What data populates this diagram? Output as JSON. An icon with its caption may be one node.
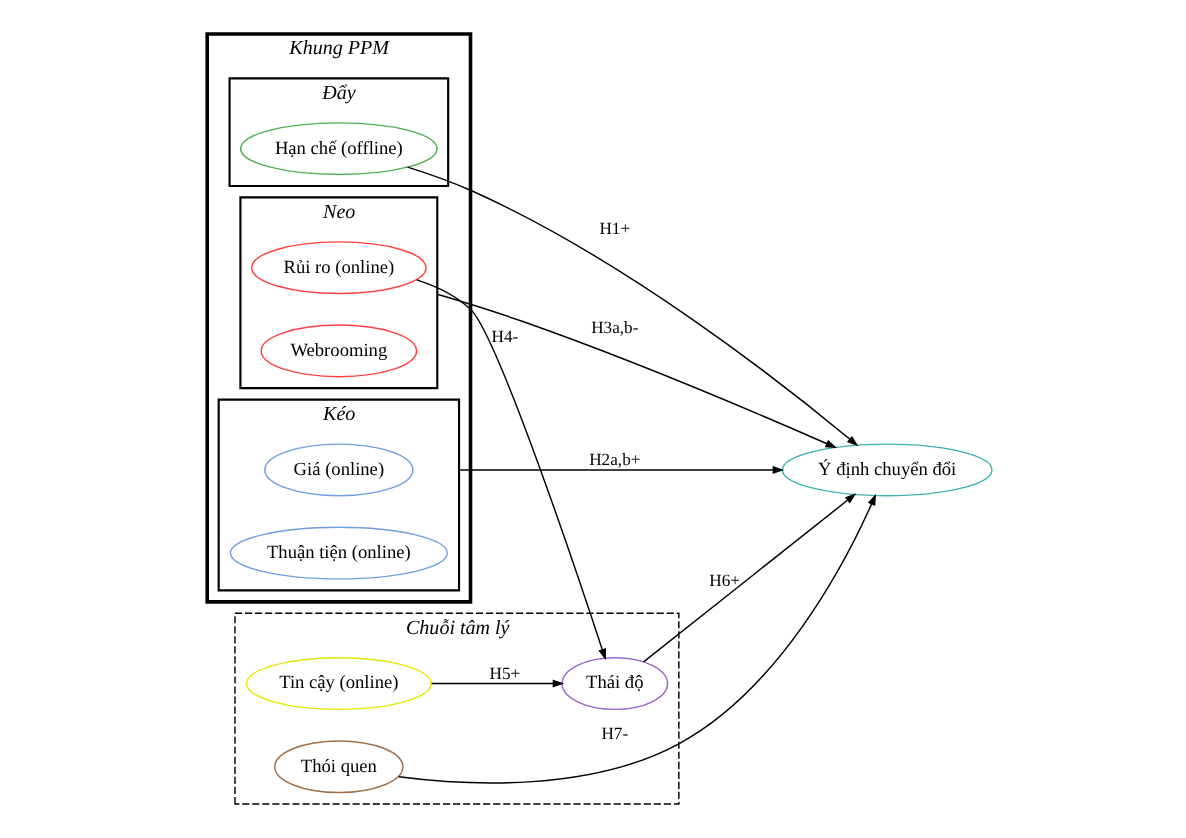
{
  "diagram": {
    "nodes": [
      {
        "text": [
          "Khung PPM"
        ]
      },
      {
        "text": [
          "Đẩy"
        ],
        "in": 0
      },
      {
        "text": [
          "Hạn chế (offline)"
        ],
        "in": 1
      },
      {
        "text": [
          "Chuỗi tâm lý"
        ]
      },
      {
        "text": [
          "Tin cậy (online)"
        ],
        "in": 3
      },
      {
        "text": [
          "Thái độ"
        ],
        "in": 3
      },
      {
        "text": [
          "Thói quen"
        ],
        "in": 3
      },
      {
        "text": [
          "Ý định chuyển đổi"
        ]
      },
      {
        "text": [
          "Neo"
        ],
        "in": 0
      },
      {
        "text": [
          "Rủi ro (online)"
        ],
        "in": 8
      },
      {
        "text": [
          "Webrooming"
        ],
        "in": 8
      },
      {
        "text": [
          "Kéo"
        ],
        "in": 0
      },
      {
        "text": [
          "Giá (online)"
        ],
        "in": 11
      },
      {
        "text": [
          "Thuận tiện (online)"
        ],
        "in": 11
      }
    ],
    "edges": [
      {
        "from": 2,
        "to": 7,
        "arrow": "to",
        "label": "H1+"
      },
      {
        "from": 4,
        "to": 5,
        "arrow": "to",
        "label": "H5+"
      },
      {
        "from": 9,
        "to": 5,
        "arrow": "to",
        "label": "H4-"
      },
      {
        "from": 8,
        "to": 7,
        "arrow": "to",
        "label": "H3a,b-"
      },
      {
        "from": 11,
        "to": 7,
        "arrow": "to",
        "label": "H2a,b+"
      },
      {
        "from": 5,
        "to": 7,
        "arrow": "to",
        "label": "H6+"
      },
      {
        "from": 6,
        "to": 7,
        "arrow": "to",
        "label": "H7-"
      }
    ]
  }
}
